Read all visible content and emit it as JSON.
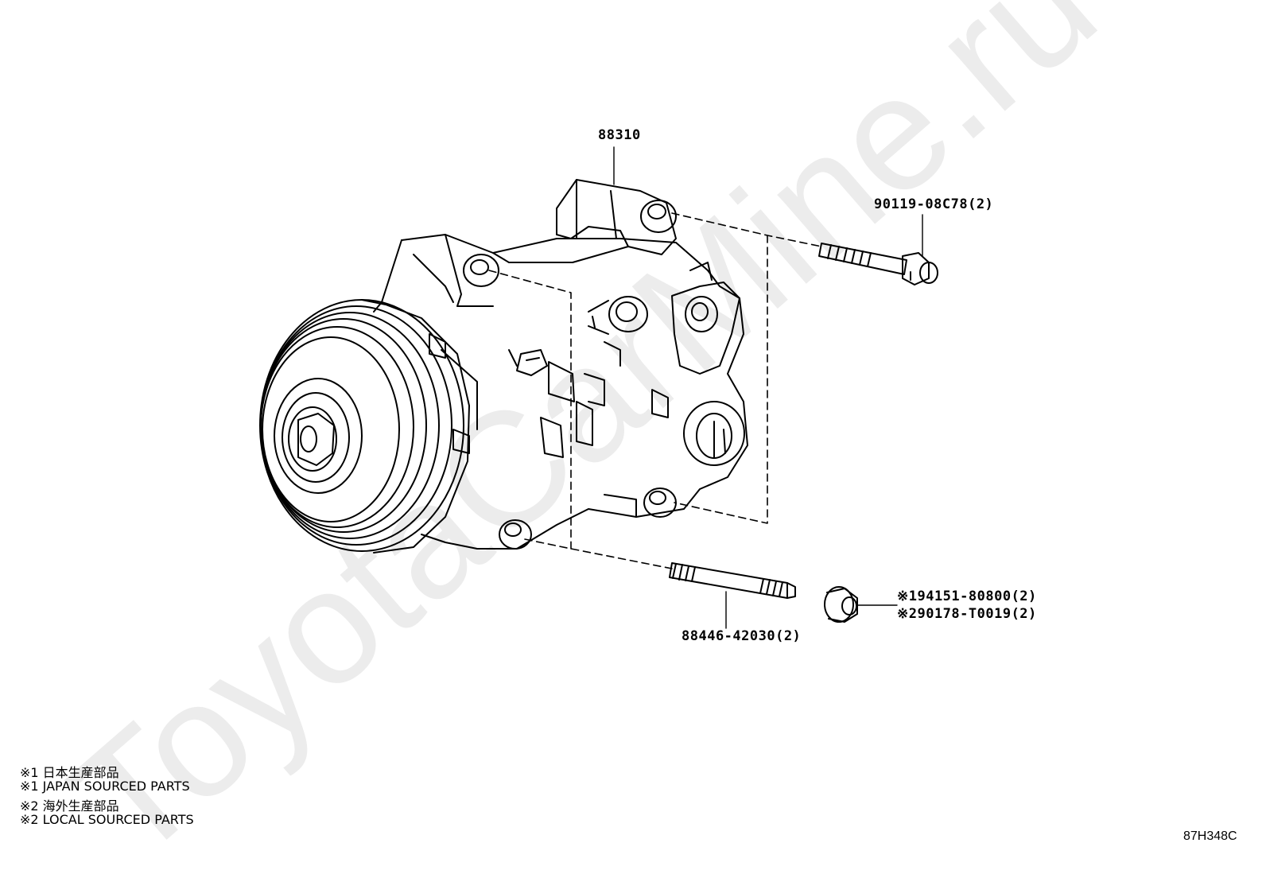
{
  "diagram": {
    "parts": {
      "compressor": "88310",
      "bolt_top": "90119-08C78(2)",
      "stud": "88446-42030(2)",
      "nut_line1": "※194151-80800(2)",
      "nut_line2": "※290178-T0019(2)"
    },
    "notes": [
      "※1 日本生産部品",
      "※1 JAPAN SOURCED PARTS",
      "※2 海外生産部品",
      "※2 LOCAL SOURCED PARTS"
    ],
    "code": "87H348C",
    "watermark": "ToyotaCarMine.ru"
  },
  "colors": {
    "line": "#000000",
    "watermark": "#ececec",
    "background": "#ffffff"
  },
  "icons": [
    "compressor-icon",
    "bolt-icon",
    "stud-icon",
    "flange-nut-icon"
  ]
}
